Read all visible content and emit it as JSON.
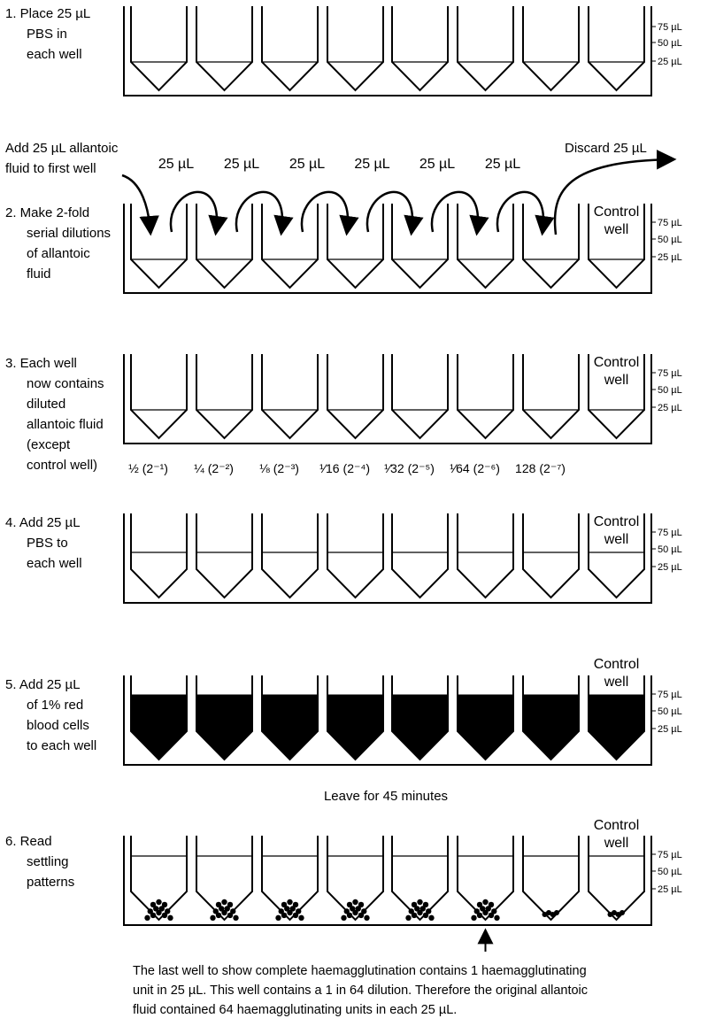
{
  "scale_labels": [
    "75 µL",
    "50 µL",
    "25 µL"
  ],
  "control_label": [
    "Control",
    "well"
  ],
  "steps": [
    {
      "id": "step-1",
      "lines": [
        "1.  Place 25 µL",
        "PBS in",
        "each well"
      ]
    },
    {
      "id": "step-2",
      "lines": [
        "2.  Make 2-fold",
        "serial dilutions",
        "of allantoic",
        "fluid"
      ]
    },
    {
      "id": "step-3",
      "lines": [
        "3.  Each well",
        "now contains",
        "diluted",
        "allantoic fluid",
        "(except",
        "control well)"
      ]
    },
    {
      "id": "step-4",
      "lines": [
        "4.  Add 25 µL",
        "PBS to",
        "each well"
      ]
    },
    {
      "id": "step-5",
      "lines": [
        "5.  Add 25 µL",
        "of 1% red",
        "blood cells",
        "to each well"
      ]
    },
    {
      "id": "step-6",
      "lines": [
        "6.  Read",
        "settling",
        "patterns"
      ]
    }
  ],
  "transfer": {
    "add_note": [
      "Add 25 µL allantoic",
      "fluid to first well"
    ],
    "transfer_label": "25 µL",
    "transfer_count": 6,
    "discard_label": "Discard 25 µL"
  },
  "dilutions": [
    {
      "frac": "½",
      "exp": "(2⁻¹)"
    },
    {
      "frac": "¼",
      "exp": "(2⁻²)"
    },
    {
      "frac": "⅛",
      "exp": "(2⁻³)"
    },
    {
      "frac": "¹⁄16",
      "exp": "(2⁻⁴)"
    },
    {
      "frac": "¹⁄32",
      "exp": "(2⁻⁵)"
    },
    {
      "frac": "¹⁄64",
      "exp": "(2⁻⁶)"
    },
    {
      "frac": "128",
      "exp": "(2⁻⁷)"
    }
  ],
  "wait_note": "Leave for 45 minutes",
  "caption": [
    "The last well to show complete haemagglutination contains 1 haemagglutinating",
    "unit in 25 µL. This well contains a 1 in 64 dilution. Therefore the original allantoic",
    "fluid contained 64 haemagglutinating units in each 25 µL."
  ],
  "settling": [
    "clumped",
    "clumped",
    "clumped",
    "clumped",
    "clumped",
    "clumped",
    "button",
    "button"
  ]
}
